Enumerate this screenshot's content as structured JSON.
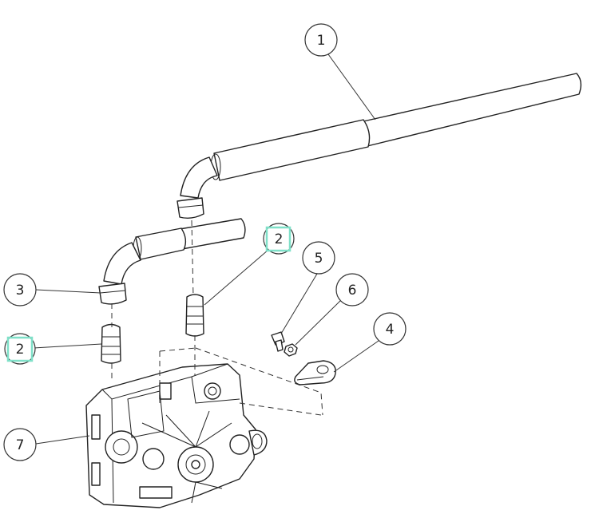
{
  "callouts": {
    "c1": "1",
    "c2a": "2",
    "c2b": "2",
    "c3": "3",
    "c4": "4",
    "c5": "5",
    "c6": "6",
    "c7": "7"
  },
  "colors": {
    "highlight": "#7fe0c8",
    "line": "#222222"
  }
}
